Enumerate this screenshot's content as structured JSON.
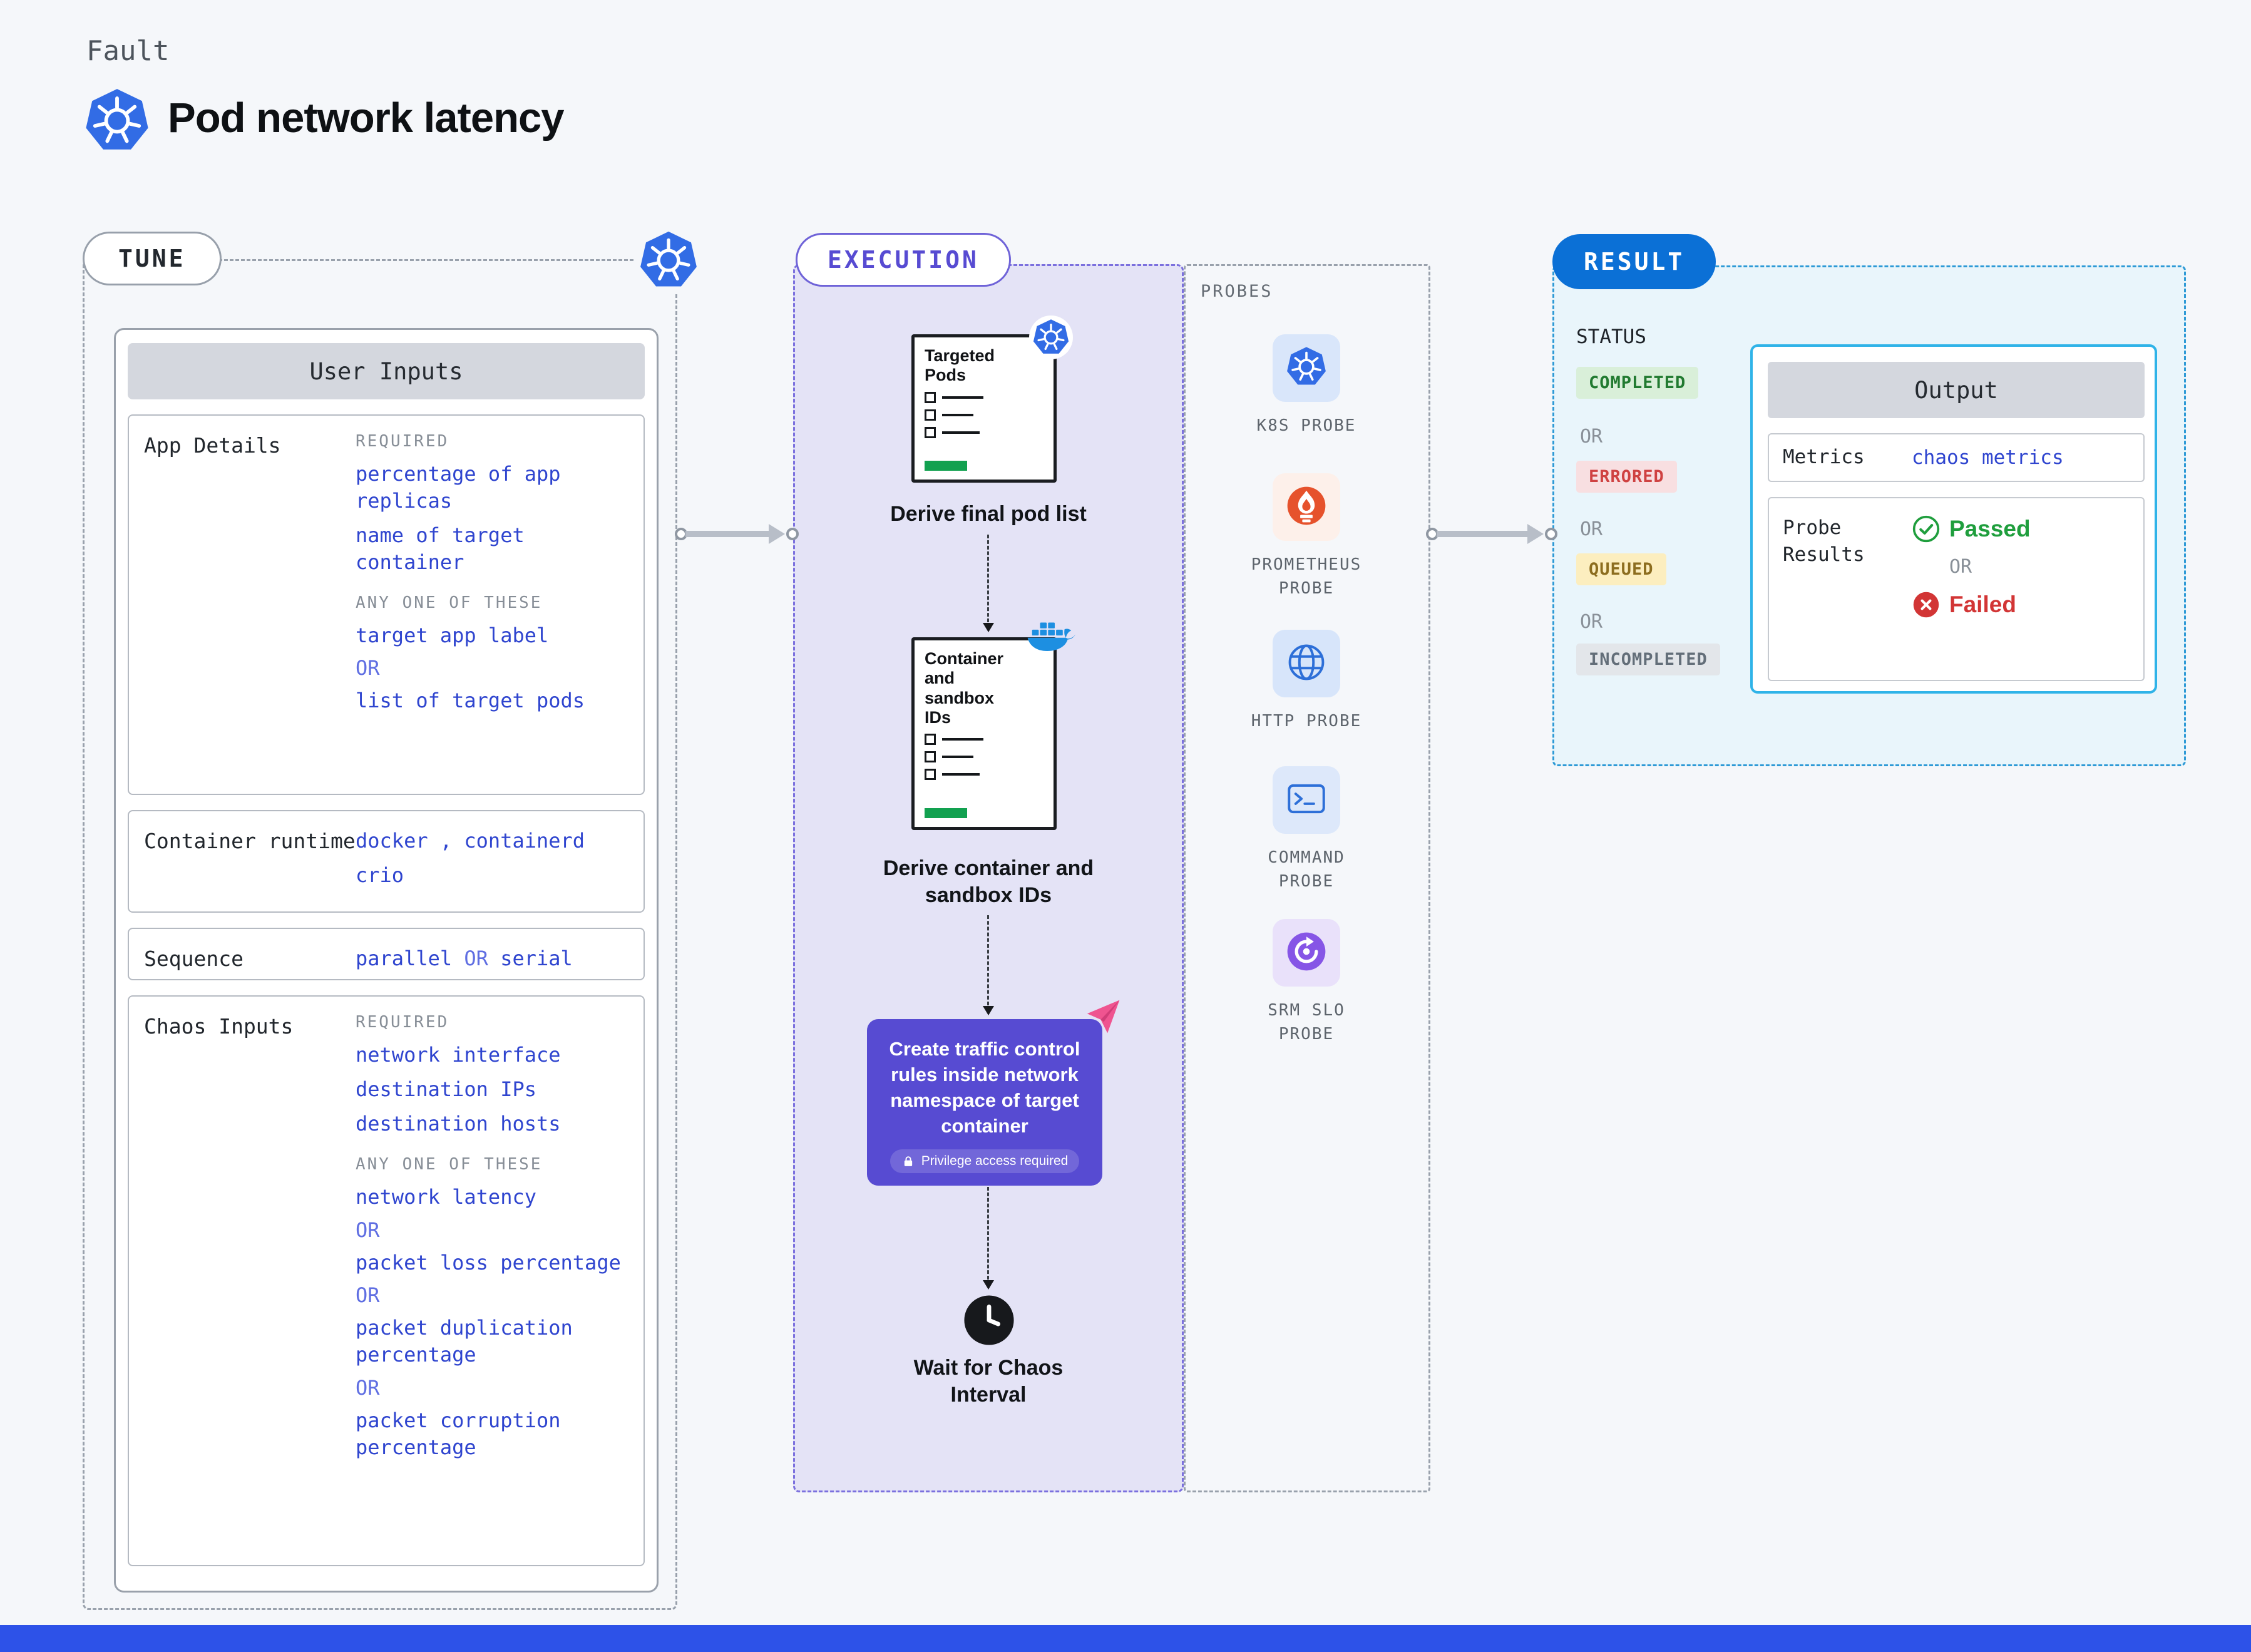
{
  "page": {
    "kicker": "Fault",
    "title": "Pod network latency"
  },
  "colors": {
    "accent_blue": "#2f45cf",
    "or_blue": "#5f6ee2",
    "purple": "#574bd2",
    "exec_bg": "#e4e3f6",
    "result_blue": "#0b70d6",
    "result_border": "#2e9ad6",
    "result_bg": "#e9f5fb",
    "output_border": "#2fb3e8",
    "success_bg": "#d9efd9",
    "success_text": "#217a30",
    "error_bg": "#f8dfe1",
    "error_text": "#cf4242",
    "warning_bg": "#fceebf",
    "warning_text": "#8c6d1f",
    "muted_bg": "#e3e6ea",
    "muted_text": "#636e79",
    "passed_green": "#1f9e3d",
    "failed_red": "#d23535",
    "footer_blue": "#2d52e8",
    "k8s_blue": "#326ce5"
  },
  "tune": {
    "label": "TUNE",
    "card_header": "User Inputs",
    "app_details": {
      "label": "App Details",
      "required_label": "REQUIRED",
      "required_items": [
        "percentage of app replicas",
        "name of target container"
      ],
      "any_label": "ANY ONE OF THESE",
      "any_items": [
        "target app label",
        "list of target pods"
      ],
      "or_label": "OR"
    },
    "container_runtime": {
      "label": "Container runtime",
      "values_line1": "docker , containerd",
      "values_line2": "crio"
    },
    "sequence": {
      "label": "Sequence",
      "option1": "parallel",
      "or_label": "OR",
      "option2": "serial"
    },
    "chaos_inputs": {
      "label": "Chaos Inputs",
      "required_label": "REQUIRED",
      "required_items": [
        "network interface",
        "destination IPs",
        "destination hosts"
      ],
      "any_label": "ANY ONE OF THESE",
      "any_items": [
        "network latency",
        "packet loss percentage",
        "packet duplication percentage",
        "packet corruption percentage"
      ],
      "or_label": "OR"
    }
  },
  "execution": {
    "label": "EXECUTION",
    "steps": {
      "doc1_title": "Targeted Pods",
      "doc1_caption": "Derive final pod list",
      "doc2_title": "Container and sandbox IDs",
      "doc2_caption": "Derive container and sandbox IDs",
      "action_text": "Create traffic control rules inside network namespace of target container",
      "action_badge": "Privilege access required",
      "wait_caption": "Wait for Chaos Interval"
    }
  },
  "probes": {
    "label": "PROBES",
    "items": [
      {
        "name": "K8S PROBE",
        "icon": "kubernetes-icon"
      },
      {
        "name": "PROMETHEUS PROBE",
        "icon": "prometheus-icon"
      },
      {
        "name": "HTTP PROBE",
        "icon": "globe-icon"
      },
      {
        "name": "COMMAND PROBE",
        "icon": "terminal-icon"
      },
      {
        "name": "SRM SLO PROBE",
        "icon": "slo-gauge-icon"
      }
    ]
  },
  "result": {
    "label": "RESULT",
    "status_label": "STATUS",
    "or_label": "OR",
    "statuses": [
      "COMPLETED",
      "ERRORED",
      "QUEUED",
      "INCOMPLETED"
    ],
    "output": {
      "header": "Output",
      "metrics_label": "Metrics",
      "metrics_value": "chaos metrics",
      "probe_results_label": "Probe Results",
      "passed_label": "Passed",
      "or_label": "OR",
      "failed_label": "Failed"
    }
  }
}
